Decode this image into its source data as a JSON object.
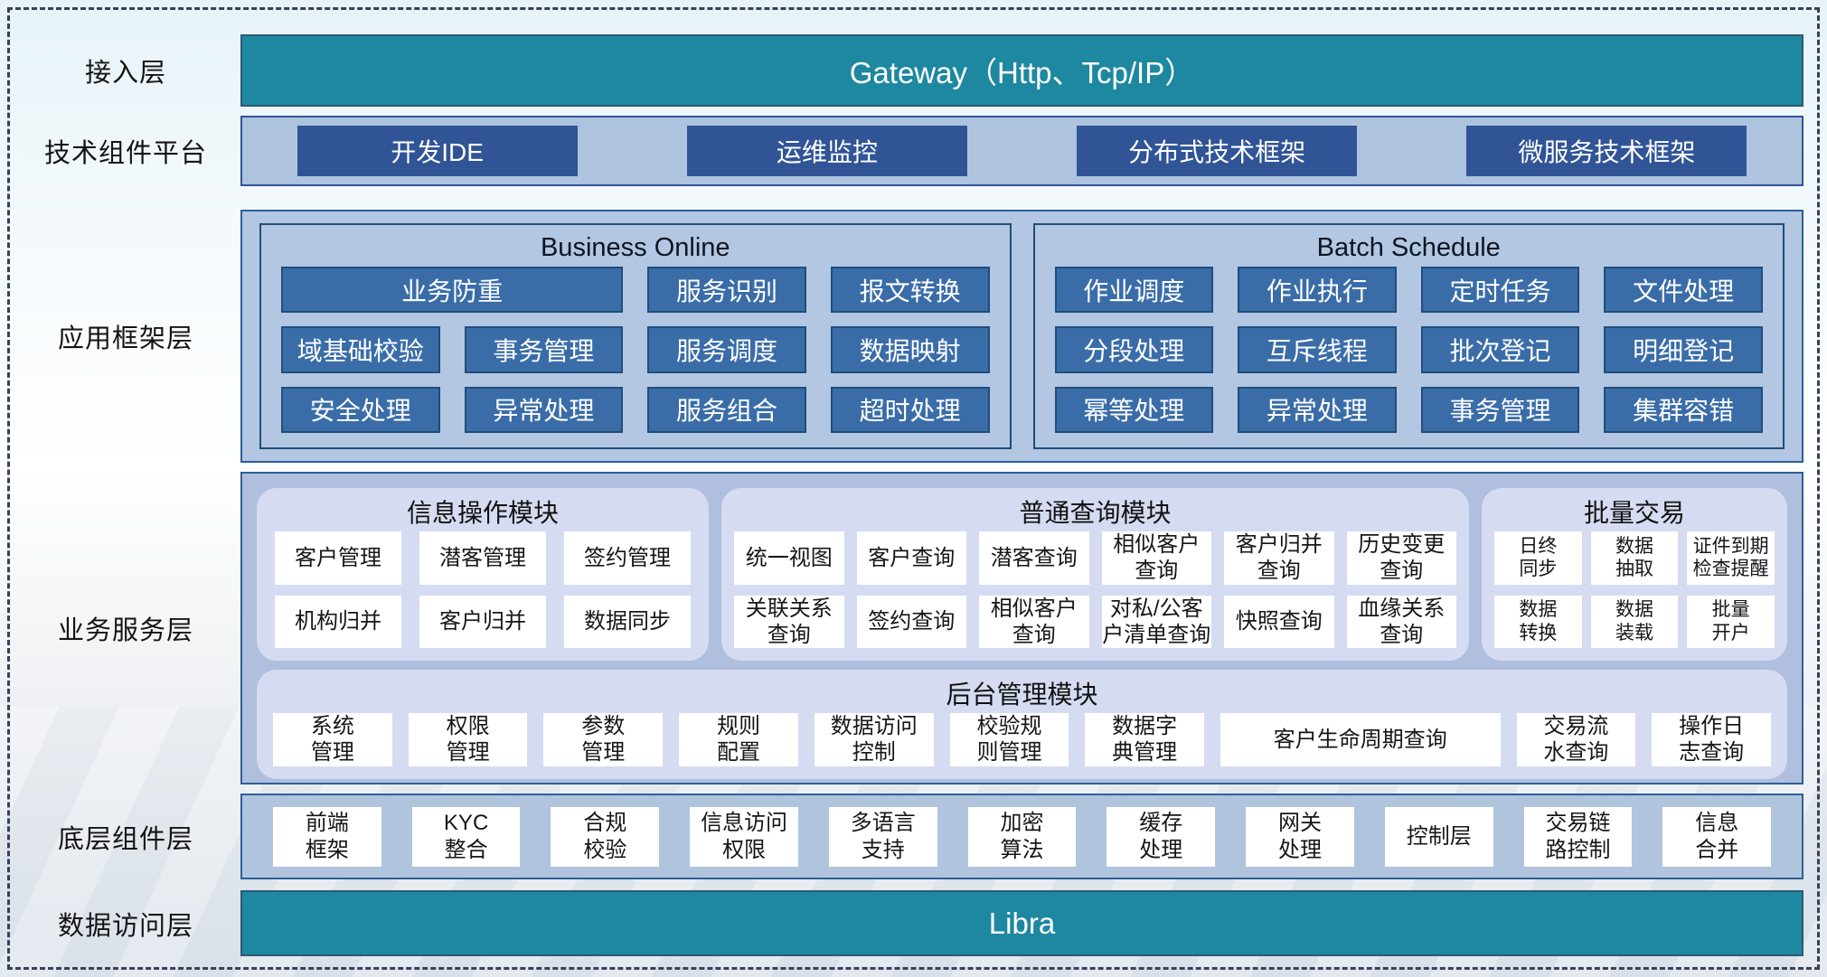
{
  "layers": {
    "access": {
      "label": "接入层",
      "bar_text": "Gateway（Http、Tcp/IP）"
    },
    "tech_platform": {
      "label": "技术组件平台",
      "buttons": [
        "开发IDE",
        "运维监控",
        "分布式技术框架",
        "微服务技术框架"
      ]
    },
    "app_framework": {
      "label": "应用框架层",
      "business_online": {
        "title": "Business Online",
        "buttons": [
          "业务防重",
          "服务识别",
          "报文转换",
          "域基础校验",
          "事务管理",
          "服务调度",
          "数据映射",
          "安全处理",
          "异常处理",
          "服务组合",
          "超时处理"
        ]
      },
      "batch_schedule": {
        "title": "Batch Schedule",
        "buttons": [
          "作业调度",
          "作业执行",
          "定时任务",
          "文件处理",
          "分段处理",
          "互斥线程",
          "批次登记",
          "明细登记",
          "幂等处理",
          "异常处理",
          "事务管理",
          "集群容错"
        ]
      }
    },
    "business_service": {
      "label": "业务服务层",
      "info_module": {
        "title": "信息操作模块",
        "cards": [
          "客户管理",
          "潜客管理",
          "签约管理",
          "机构归并",
          "客户归并",
          "数据同步"
        ]
      },
      "query_module": {
        "title": "普通查询模块",
        "cards": [
          "统一视图",
          "客户查询",
          "潜客查询",
          "相似客户\n查询",
          "客户归并\n查询",
          "历史变更\n查询",
          "关联关系\n查询",
          "签约查询",
          "相似客户\n查询",
          "对私/公客\n户清单查询",
          "快照查询",
          "血缘关系\n查询"
        ]
      },
      "batch_module": {
        "title": "批量交易",
        "cards": [
          "日终\n同步",
          "数据\n抽取",
          "证件到期\n检查提醒",
          "数据\n转换",
          "数据\n装载",
          "批量\n开户"
        ]
      },
      "admin_module": {
        "title": "后台管理模块",
        "cards": [
          "系统\n管理",
          "权限\n管理",
          "参数\n管理",
          "规则\n配置",
          "数据访问\n控制",
          "校验规\n则管理",
          "数据字\n典管理",
          "客户生命周期查询",
          "交易流\n水查询",
          "操作日\n志查询"
        ]
      }
    },
    "base_component": {
      "label": "底层组件层",
      "cards": [
        "前端\n框架",
        "KYC\n整合",
        "合规\n校验",
        "信息访问\n权限",
        "多语言\n支持",
        "加密\n算法",
        "缓存\n处理",
        "网关\n处理",
        "控制层",
        "交易链\n路控制",
        "信息\n合并"
      ]
    },
    "data_access": {
      "label": "数据访问层",
      "bar_text": "Libra"
    }
  },
  "colors": {
    "teal_bar": "#1e88a0",
    "navy_button": "#305496",
    "steel_button": "#3a6da8",
    "container_blue": "#b3c6e2",
    "module_panel": "#d5dcf2",
    "border_navy": "#1f4e79"
  }
}
